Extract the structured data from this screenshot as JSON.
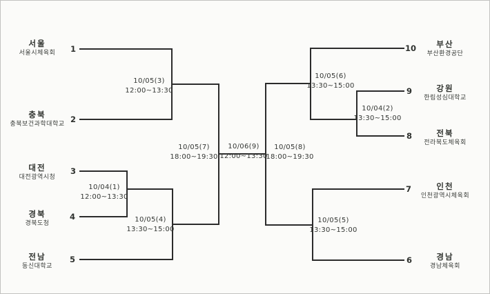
{
  "bracket": {
    "background_color": "#fbfbf9",
    "line_color": "#2b2b2b",
    "left_teams": [
      {
        "seed": "1",
        "name": "서울",
        "org": "서울시체육회"
      },
      {
        "seed": "2",
        "name": "충북",
        "org": "충북보건과학대학교"
      },
      {
        "seed": "3",
        "name": "대전",
        "org": "대전광역시청"
      },
      {
        "seed": "4",
        "name": "경북",
        "org": "경북도청"
      },
      {
        "seed": "5",
        "name": "전남",
        "org": "동신대학교"
      }
    ],
    "right_teams": [
      {
        "seed": "10",
        "name": "부산",
        "org": "부산환경공단"
      },
      {
        "seed": "9",
        "name": "강원",
        "org": "한림성심대학교"
      },
      {
        "seed": "8",
        "name": "전북",
        "org": "전라북도체육회"
      },
      {
        "seed": "7",
        "name": "인천",
        "org": "인천광역시체육회"
      },
      {
        "seed": "6",
        "name": "경남",
        "org": "경남체육회"
      }
    ],
    "matches": [
      {
        "code": "10/04(1)",
        "time": "12:00~13:30"
      },
      {
        "code": "10/04(2)",
        "time": "13:30~15:00"
      },
      {
        "code": "10/05(3)",
        "time": "12:00~13:30"
      },
      {
        "code": "10/05(4)",
        "time": "13:30~15:00"
      },
      {
        "code": "10/05(5)",
        "time": "13:30~15:00"
      },
      {
        "code": "10/05(6)",
        "time": "13:30~15:00"
      },
      {
        "code": "10/05(7)",
        "time": "18:00~19:30"
      },
      {
        "code": "10/05(8)",
        "time": "18:00~19:30"
      },
      {
        "code": "10/06(9)",
        "time": "12:00~13:30"
      }
    ]
  }
}
